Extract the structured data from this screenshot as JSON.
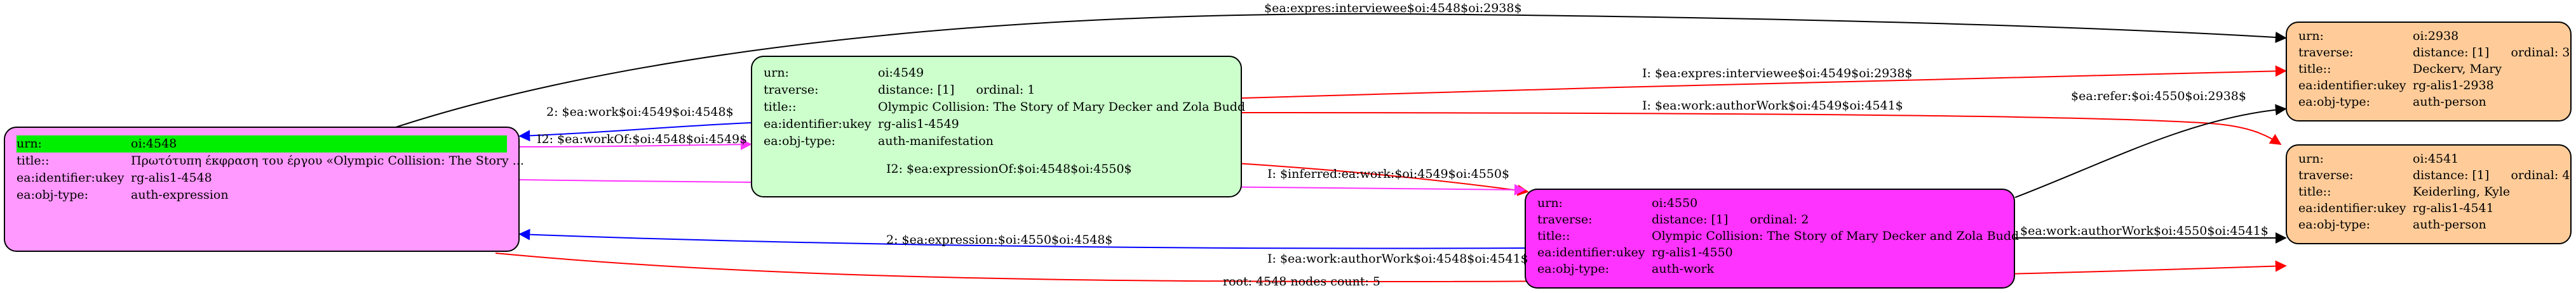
{
  "colors": {
    "expression_node": "#ff99ff",
    "manifestation_node": "#ccffcc",
    "work_node": "#ff33ff",
    "person_node": "#ffcc99",
    "highlight": "#00ee00",
    "edge_black": "#000000",
    "edge_red": "#ff0000",
    "edge_blue": "#0000ff",
    "edge_magenta": "#ff33ff"
  },
  "nodes": {
    "n4548": {
      "urn_key": "urn:",
      "urn": "oi:4548",
      "title_key": "title::",
      "title": "Πρωτότυπη έκφραση του έργου «Olympic Collision: The Story ...",
      "ukey_key": "ea:identifier:ukey",
      "ukey": "rg-alis1-4548",
      "type_key": "ea:obj-type:",
      "type": "auth-expression"
    },
    "n4549": {
      "urn_key": "urn:",
      "urn": "oi:4549",
      "traverse_key": "traverse:",
      "distance": "distance: [1]",
      "ordinal": "ordinal: 1",
      "title_key": "title::",
      "title": "Olympic Collision: The Story of Mary Decker and Zola Budd",
      "ukey_key": "ea:identifier:ukey",
      "ukey": "rg-alis1-4549",
      "type_key": "ea:obj-type:",
      "type": "auth-manifestation"
    },
    "n4550": {
      "urn_key": "urn:",
      "urn": "oi:4550",
      "traverse_key": "traverse:",
      "distance": "distance: [1]",
      "ordinal": "ordinal: 2",
      "title_key": "title::",
      "title": "Olympic Collision: The Story of Mary Decker and Zola Budd",
      "ukey_key": "ea:identifier:ukey",
      "ukey": "rg-alis1-4550",
      "type_key": "ea:obj-type:",
      "type": "auth-work"
    },
    "n2938": {
      "urn_key": "urn:",
      "urn": "oi:2938",
      "traverse_key": "traverse:",
      "distance": "distance: [1]",
      "ordinal": "ordinal: 3",
      "title_key": "title::",
      "title": "Deckerv, Mary",
      "ukey_key": "ea:identifier:ukey",
      "ukey": "rg-alis1-2938",
      "type_key": "ea:obj-type:",
      "type": "auth-person"
    },
    "n4541": {
      "urn_key": "urn:",
      "urn": "oi:4541",
      "traverse_key": "traverse:",
      "distance": "distance: [1]",
      "ordinal": "ordinal: 4",
      "title_key": "title::",
      "title": "Keiderling, Kyle",
      "ukey_key": "ea:identifier:ukey",
      "ukey": "rg-alis1-4541",
      "type_key": "ea:obj-type:",
      "type": "auth-person"
    }
  },
  "edges": {
    "e_top_interviewee": "$ea:expres:interviewee$oi:4548$oi:2938$",
    "e_inv_interviewee": "I: $ea:expres:interviewee$oi:4549$oi:2938$",
    "e_inv_authorwork_4549": "I: $ea:work:authorWork$oi:4549$oi:4541$",
    "e_work_of_2": "2: $ea:work$oi:4549$oi:4548$",
    "e_work_of_i2": "I2: $ea:workOf:$oi:4548$oi:4549$",
    "e_inferred": "I: $inferred:ea:work:$oi:4549$oi:4550$",
    "e_refer": "$ea:refer:$oi:4550$oi:2938$",
    "e_authorwork_4550": "$ea:work:authorWork$oi:4550$oi:4541$",
    "e_expressionof": "I2: $ea:expressionOf:$oi:4548$oi:4550$",
    "e_expression": "2: $ea:expression:$oi:4550$oi:4548$",
    "e_inv_authorwork_4548": "I: $ea:work:authorWork$oi:4548$oi:4541$"
  },
  "footer": "root: 4548 nodes count: 5"
}
